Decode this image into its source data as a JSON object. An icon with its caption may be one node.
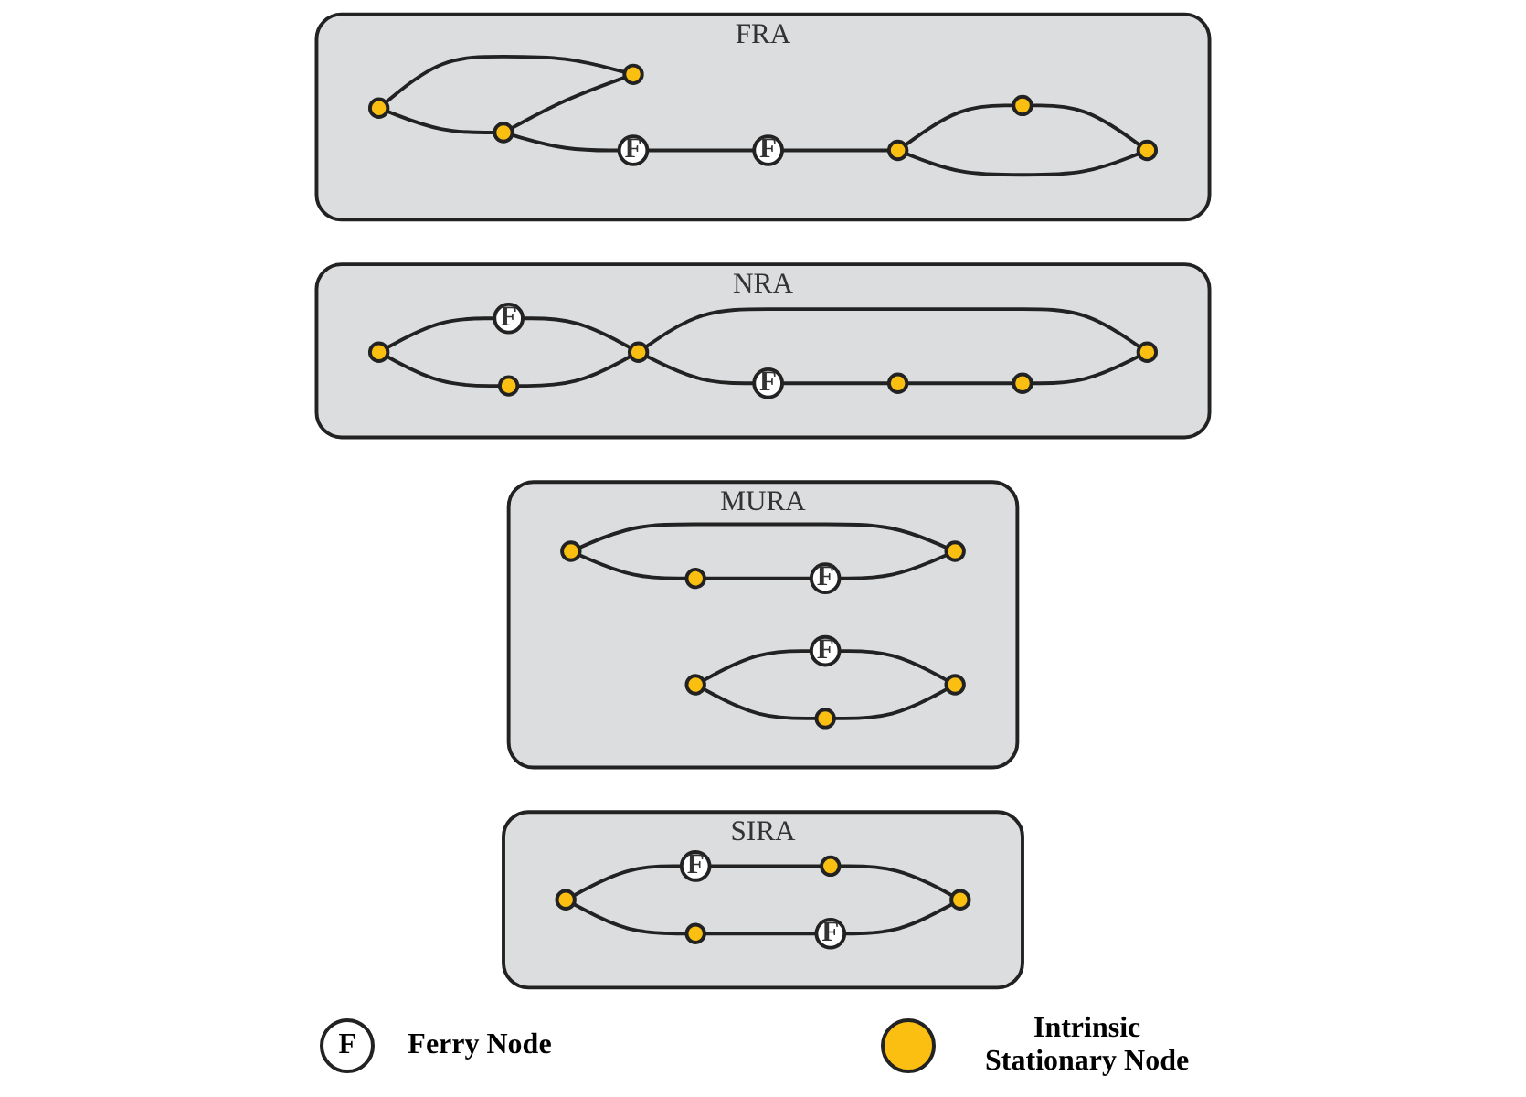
{
  "diagram": {
    "nodes": [
      {
        "text": [
          "SIRA"
        ]
      },
      {
        "text": [],
        "shape": "circle",
        "in": 0
      },
      {
        "text": [
          "F"
        ],
        "in": 0
      },
      {
        "text": [],
        "shape": "circle",
        "in": 0
      },
      {
        "text": [],
        "shape": "circle",
        "in": 0
      },
      {
        "text": [
          "F"
        ],
        "in": 0
      },
      {
        "text": [],
        "shape": "circle",
        "in": 0
      },
      {
        "text": [
          "MURA"
        ]
      },
      {
        "text": [],
        "shape": "circle",
        "in": 7
      },
      {
        "text": [],
        "shape": "circle",
        "in": 7
      },
      {
        "text": [],
        "shape": "circle",
        "in": 7
      },
      {
        "text": [
          "F"
        ],
        "in": 7
      },
      {
        "text": [
          "F"
        ],
        "in": 7
      },
      {
        "text": [],
        "shape": "circle",
        "in": 7
      },
      {
        "text": [],
        "shape": "circle",
        "in": 7
      },
      {
        "text": [],
        "shape": "circle",
        "in": 7
      },
      {
        "text": [
          "NRA"
        ]
      },
      {
        "text": [],
        "shape": "circle",
        "in": 16
      },
      {
        "text": [
          "F"
        ],
        "in": 16
      },
      {
        "text": [],
        "shape": "circle",
        "in": 16
      },
      {
        "text": [],
        "shape": "circle",
        "in": 16
      },
      {
        "text": [
          "F"
        ],
        "in": 16
      },
      {
        "text": [],
        "shape": "circle",
        "in": 16
      },
      {
        "text": [],
        "shape": "circle",
        "in": 16
      },
      {
        "text": [],
        "shape": "circle",
        "in": 16
      },
      {
        "text": [
          "FRA"
        ]
      },
      {
        "text": [],
        "shape": "circle",
        "in": 25
      },
      {
        "text": [],
        "shape": "circle",
        "in": 25
      },
      {
        "text": [
          "F"
        ],
        "in": 25
      },
      {
        "text": [],
        "shape": "circle",
        "in": 25
      },
      {
        "text": [
          "F"
        ],
        "in": 25
      },
      {
        "text": [],
        "shape": "circle",
        "in": 25
      },
      {
        "text": [],
        "shape": "circle",
        "in": 25
      },
      {
        "text": [],
        "shape": "circle",
        "in": 25
      }
    ],
    "edges": [
      {
        "from": 1,
        "to": 2,
        "arrow": "none"
      },
      {
        "from": 2,
        "to": 3,
        "arrow": "none"
      },
      {
        "from": 1,
        "to": 4,
        "arrow": "none"
      },
      {
        "from": 3,
        "to": 6,
        "arrow": "none"
      },
      {
        "from": 4,
        "to": 5,
        "arrow": "none"
      },
      {
        "from": 5,
        "to": 6,
        "arrow": "none"
      },
      {
        "from": 8,
        "to": 10,
        "arrow": "none"
      },
      {
        "from": 8,
        "to": 14,
        "arrow": "none"
      },
      {
        "from": 14,
        "to": 12,
        "arrow": "none"
      },
      {
        "from": 12,
        "to": 10,
        "arrow": "none"
      },
      {
        "from": 9,
        "to": 11,
        "arrow": "none"
      },
      {
        "from": 11,
        "to": 15,
        "arrow": "none"
      },
      {
        "from": 9,
        "to": 13,
        "arrow": "none"
      },
      {
        "from": 13,
        "to": 15,
        "arrow": "none"
      },
      {
        "from": 17,
        "to": 18,
        "arrow": "none"
      },
      {
        "from": 18,
        "to": 19,
        "arrow": "none"
      },
      {
        "from": 19,
        "to": 20,
        "arrow": "none"
      },
      {
        "from": 17,
        "to": 22,
        "arrow": "none"
      },
      {
        "from": 22,
        "to": 19,
        "arrow": "none"
      },
      {
        "from": 19,
        "to": 21,
        "arrow": "none"
      },
      {
        "from": 21,
        "to": 23,
        "arrow": "none"
      },
      {
        "from": 23,
        "to": 24,
        "arrow": "none"
      },
      {
        "from": 24,
        "to": 20,
        "arrow": "none"
      },
      {
        "from": 26,
        "to": 29,
        "arrow": "none"
      },
      {
        "from": 26,
        "to": 32,
        "arrow": "none"
      },
      {
        "from": 29,
        "to": 32,
        "arrow": "none"
      },
      {
        "from": 29,
        "to": 28,
        "arrow": "none"
      },
      {
        "from": 28,
        "to": 30,
        "arrow": "none"
      },
      {
        "from": 30,
        "to": 33,
        "arrow": "none"
      },
      {
        "from": 33,
        "to": 27,
        "arrow": "none"
      },
      {
        "from": 27,
        "to": 31,
        "arrow": "none"
      },
      {
        "from": 33,
        "to": 31,
        "arrow": "none"
      }
    ],
    "labels": [
      "F"
    ],
    "legend": [
      {
        "text": "Ferry Node"
      },
      {
        "text": "Intrinsic Stationary Node"
      }
    ]
  }
}
